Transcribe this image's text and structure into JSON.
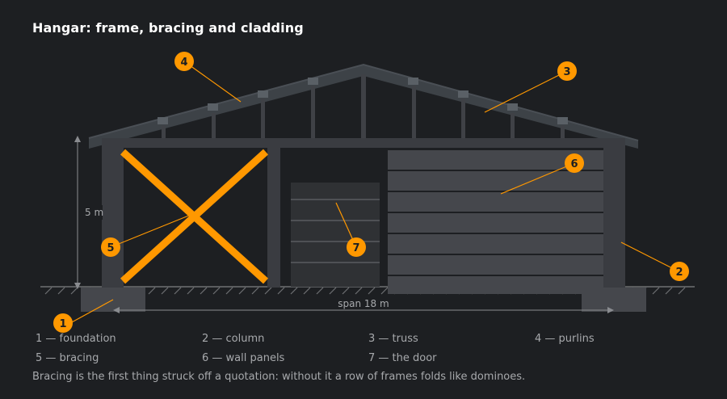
{
  "title": "Hangar: frame, bracing and cladding",
  "dimensions": {
    "height_label": "5 m",
    "span_label": "span 18 m"
  },
  "callouts": [
    "1",
    "2",
    "3",
    "4",
    "5",
    "6",
    "7"
  ],
  "legend": [
    "1 — foundation",
    "2 — column",
    "3 — truss",
    "4 — purlins",
    "5 — bracing",
    "6 — wall panels",
    "7 — the door"
  ],
  "note": "Bracing is the first thing struck off a quotation: without it a row of frames folds like dominoes.",
  "colors": {
    "background": "#1d1f22",
    "accent": "#ff9800",
    "steel": "#3a3c41",
    "panel": "#45474c",
    "text_muted": "#a7a9ac"
  }
}
